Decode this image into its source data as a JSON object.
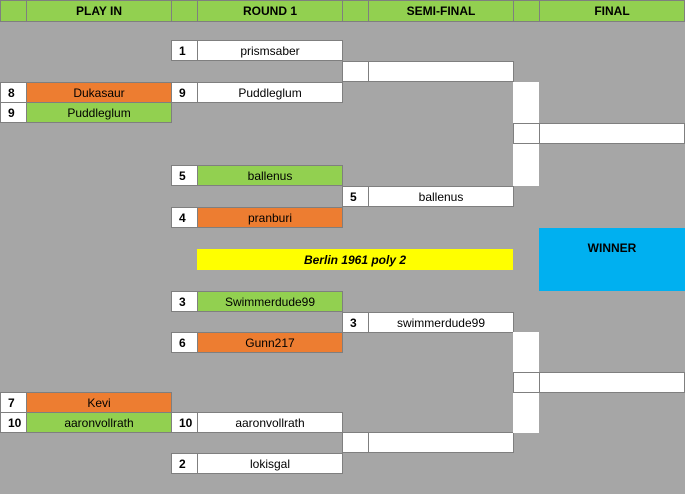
{
  "headers": {
    "play_in": "PLAY IN",
    "round1": "ROUND 1",
    "semi_final": "SEMI-FINAL",
    "final": "FINAL"
  },
  "play_in": {
    "top": [
      {
        "seed": "8",
        "name": "Dukasaur",
        "color": "orange"
      },
      {
        "seed": "9",
        "name": "Puddleglum",
        "color": "green"
      }
    ],
    "bottom": [
      {
        "seed": "7",
        "name": "Kevi",
        "color": "orange"
      },
      {
        "seed": "10",
        "name": "aaronvollrath",
        "color": "green"
      }
    ]
  },
  "round1": [
    {
      "seed": "1",
      "name": "prismsaber",
      "color": "white"
    },
    {
      "seed": "9",
      "name": "Puddleglum",
      "color": "white"
    },
    {
      "seed": "5",
      "name": "ballenus",
      "color": "green"
    },
    {
      "seed": "4",
      "name": "pranburi",
      "color": "orange"
    },
    {
      "seed": "3",
      "name": "Swimmerdude99",
      "color": "green"
    },
    {
      "seed": "6",
      "name": "Gunn217",
      "color": "orange"
    },
    {
      "seed": "10",
      "name": "aaronvollrath",
      "color": "white"
    },
    {
      "seed": "2",
      "name": "lokisgal",
      "color": "white"
    }
  ],
  "semi_final": [
    {
      "seed": "",
      "name": ""
    },
    {
      "seed": "5",
      "name": "ballenus"
    },
    {
      "seed": "3",
      "name": "swimmerdude99"
    },
    {
      "seed": "",
      "name": ""
    }
  ],
  "final": [
    {
      "seed": "",
      "name": ""
    },
    {
      "seed": "",
      "name": ""
    }
  ],
  "title": "Berlin 1961 poly 2",
  "winner_label": "WINNER",
  "colors": {
    "green": "#92d050",
    "orange": "#ed7d31",
    "yellow": "#ffff00",
    "blue": "#00b0f0",
    "gray": "#a6a6a6"
  }
}
